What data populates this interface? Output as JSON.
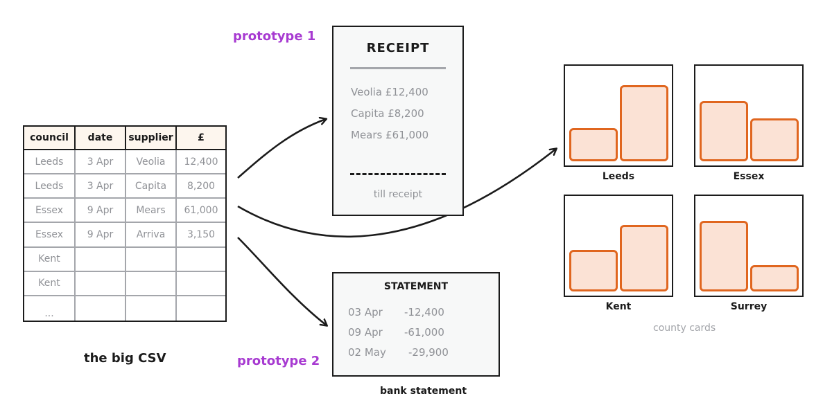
{
  "prototype1_label": "prototype 1",
  "prototype2_label": "prototype 2",
  "csv": {
    "caption": "the big CSV",
    "headers": [
      "council",
      "date",
      "supplier",
      "£"
    ],
    "rows": [
      [
        "Leeds",
        "3 Apr",
        "Veolia",
        "12,400"
      ],
      [
        "Leeds",
        "3 Apr",
        "Capita",
        "8,200"
      ],
      [
        "Essex",
        "9 Apr",
        "Mears",
        "61,000"
      ],
      [
        "Essex",
        "9 Apr",
        "Arriva",
        "3,150"
      ],
      [
        "Kent",
        "",
        "",
        ""
      ],
      [
        "Kent",
        "",
        "",
        ""
      ],
      [
        "...",
        "",
        "",
        ""
      ]
    ]
  },
  "receipt": {
    "title": "RECEIPT",
    "lines": [
      "Veolia  £12,400",
      "Capita  £8,200",
      "Mears  £61,000"
    ],
    "footer": "till receipt"
  },
  "statement": {
    "title": "STATEMENT",
    "rows": [
      {
        "date": "03 Apr",
        "amount": "-12,400"
      },
      {
        "date": "09 Apr",
        "amount": "-61,000"
      },
      {
        "date": "02 May",
        "amount": "-29,900"
      }
    ],
    "caption": "bank statement"
  },
  "county_cards": {
    "caption": "county cards",
    "cards": [
      {
        "label": "Leeds",
        "bar_levels": [
          0.36,
          0.82
        ]
      },
      {
        "label": "Essex",
        "bar_levels": [
          0.65,
          0.46
        ]
      },
      {
        "label": "Kent",
        "bar_levels": [
          0.45,
          0.72
        ]
      },
      {
        "label": "Surrey",
        "bar_levels": [
          0.76,
          0.28
        ]
      }
    ]
  },
  "colors": {
    "ink": "#1b1b1b",
    "muted": "#8f9196",
    "prototype_label": "#a73ad1",
    "bar_stroke": "#e0661f",
    "bar_fill": "#fbe2d5"
  }
}
